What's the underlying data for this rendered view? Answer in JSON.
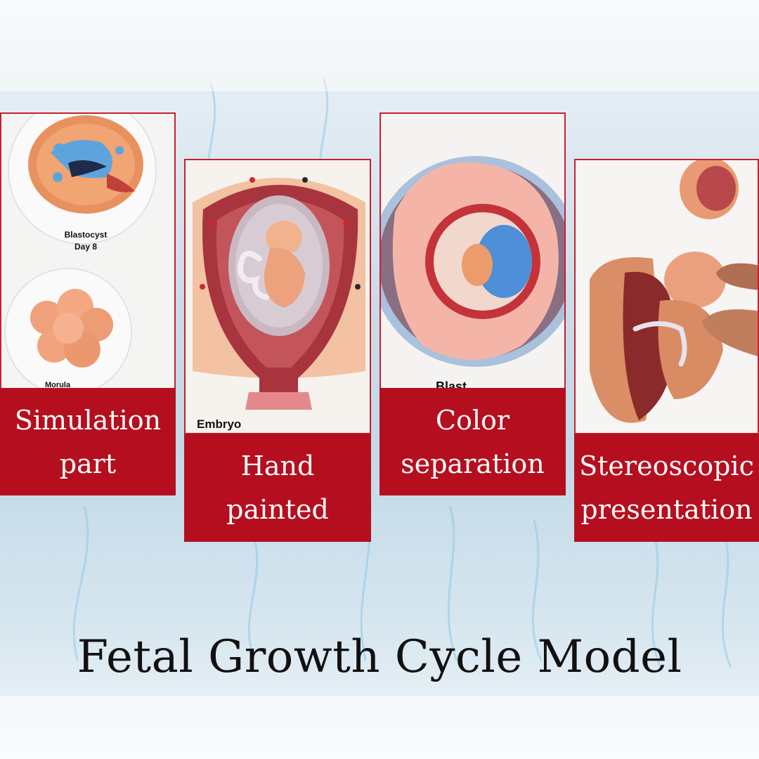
{
  "title": "Fetal Growth Cycle Model",
  "panels": [
    {
      "label_line1": "Simulation",
      "label_line2": "part",
      "captions": [
        "Blastocyst",
        "Day 8",
        "Morula"
      ]
    },
    {
      "label_line1": "Hand",
      "label_line2": "painted",
      "captions": [
        "Embryo"
      ]
    },
    {
      "label_line1": "Color",
      "label_line2": "separation",
      "captions": [
        "Blast"
      ]
    },
    {
      "label_line1": "Stereoscopic",
      "label_line2": "presentation",
      "captions": []
    }
  ],
  "colors": {
    "label_red": "#b50f1f",
    "border_red": "#c9202e",
    "background_blue": "#c2d9e8"
  }
}
